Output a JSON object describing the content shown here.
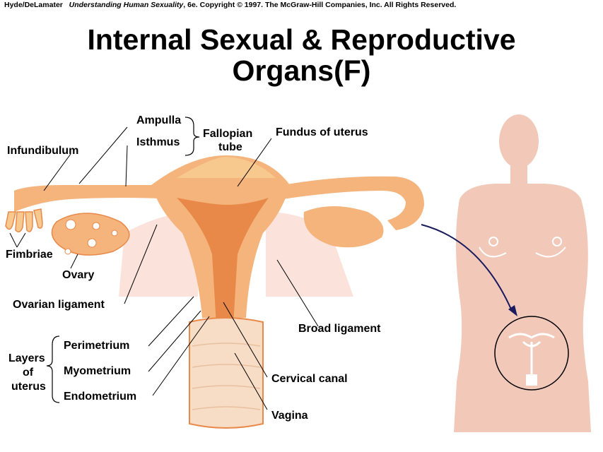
{
  "credit": {
    "authors": "Hyde/DeLamater",
    "book": "Understanding Human Sexuality",
    "rest": ", 6e.  Copyright © 1997. The McGraw-Hill Companies, Inc. All Rights Reserved."
  },
  "title": {
    "line1": "Internal Sexual & Reproductive",
    "line2": "Organs(F)"
  },
  "labels": {
    "ampulla": "Ampulla",
    "isthmus": "Isthmus",
    "fallopian_line1": "Fallopian",
    "fallopian_line2": "tube",
    "fundus": "Fundus of uterus",
    "infundibulum": "Infundibulum",
    "fimbriae": "Fimbriae",
    "ovary": "Ovary",
    "ovarian_ligament": "Ovarian ligament",
    "broad_ligament": "Broad ligament",
    "layers_line1": "Layers",
    "layers_line2": "of",
    "layers_line3": "uterus",
    "perimetrium": "Perimetrium",
    "myometrium": "Myometrium",
    "endometrium": "Endometrium",
    "cervical_canal": "Cervical canal",
    "vagina": "Vagina"
  },
  "colors": {
    "uterus": "#f4b47c",
    "uterus_dark": "#e8894a",
    "fundus_texture": "#f7c98f",
    "broad_ligament": "#fbe3dc",
    "body_silhouette": "#f2c9b9",
    "arrow": "#1a1a5e",
    "leader": "#000000"
  }
}
